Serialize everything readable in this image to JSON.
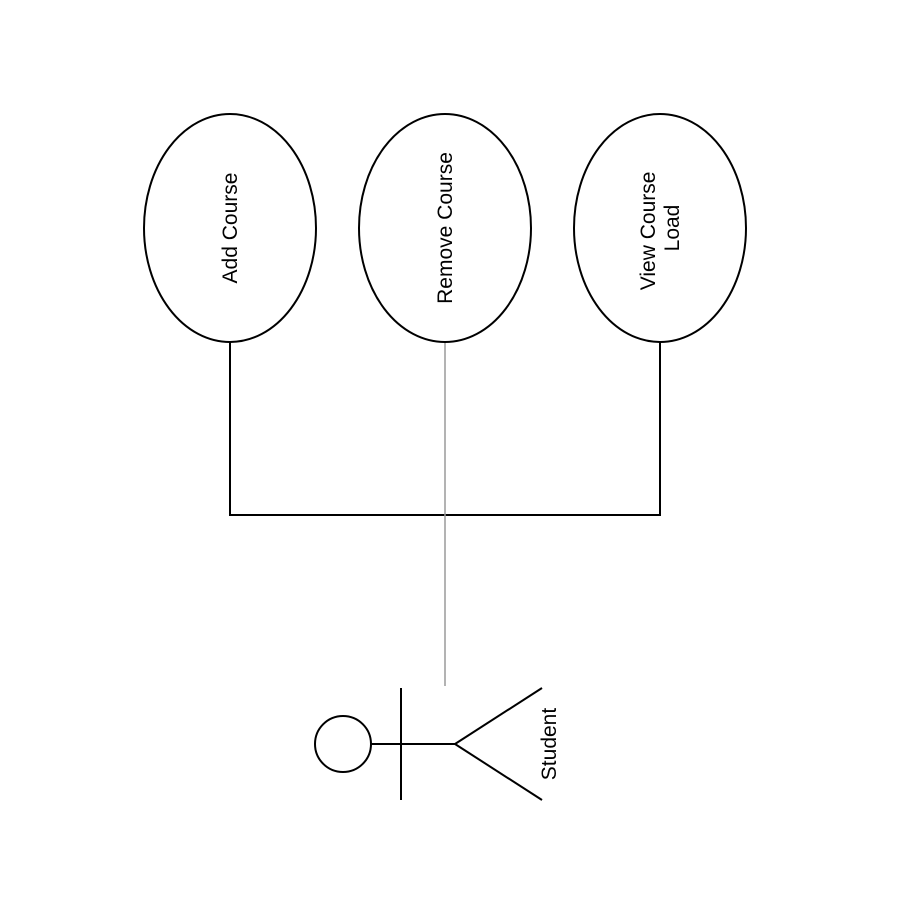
{
  "diagram": {
    "type": "use-case",
    "use_cases": [
      {
        "id": "add",
        "lines": [
          "Add Course"
        ]
      },
      {
        "id": "remove",
        "lines": [
          "Remove Course"
        ]
      },
      {
        "id": "view",
        "lines": [
          "View Course",
          "Load"
        ]
      }
    ],
    "actor": {
      "label": "Student"
    },
    "colors": {
      "stroke": "#000000",
      "connector_light": "#9a9a9a",
      "background": "#ffffff"
    }
  }
}
